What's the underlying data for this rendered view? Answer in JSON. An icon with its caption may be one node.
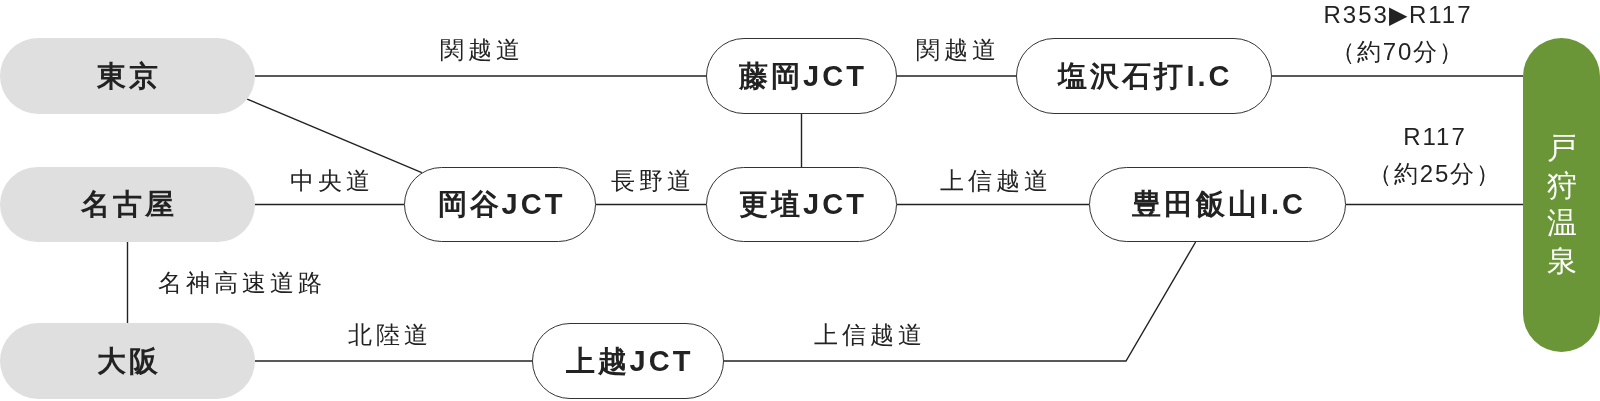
{
  "diagram": {
    "nodes": [
      {
        "text": [
          "東京"
        ]
      },
      {
        "text": [
          "藤岡JCT"
        ]
      },
      {
        "text": [
          "塩沢石打I.C"
        ]
      },
      {
        "text": [
          "戸狩温泉"
        ]
      },
      {
        "text": [
          "名古屋"
        ]
      },
      {
        "text": [
          "岡谷JCT"
        ]
      },
      {
        "text": [
          "更埴JCT"
        ]
      },
      {
        "text": [
          "豊田飯山I.C"
        ]
      },
      {
        "text": [
          "大阪"
        ]
      },
      {
        "text": [
          "上越JCT"
        ]
      }
    ],
    "edges": [
      {
        "from": 0,
        "to": 1,
        "arrow": "none",
        "label": "関越道"
      },
      {
        "from": 1,
        "to": 2,
        "arrow": "none",
        "label": "関越道"
      },
      {
        "from": 2,
        "to": 3,
        "arrow": "none",
        "label": "R353▶R117（約70分）"
      },
      {
        "from": 0,
        "to": 5,
        "arrow": "none"
      },
      {
        "from": 4,
        "to": 5,
        "arrow": "none",
        "label": "中央道"
      },
      {
        "from": 5,
        "to": 6,
        "arrow": "none",
        "label": "長野道"
      },
      {
        "from": 1,
        "to": 6,
        "arrow": "none"
      },
      {
        "from": 6,
        "to": 7,
        "arrow": "none",
        "label": "上信越道"
      },
      {
        "from": 7,
        "to": 3,
        "arrow": "none",
        "label": "R117（約25分）"
      },
      {
        "from": 4,
        "to": 8,
        "arrow": "none",
        "label": "名神高速道路"
      },
      {
        "from": 8,
        "to": 9,
        "arrow": "none",
        "label": "北陸道"
      },
      {
        "from": 9,
        "to": 7,
        "arrow": "none",
        "label": "上信越道"
      }
    ]
  }
}
